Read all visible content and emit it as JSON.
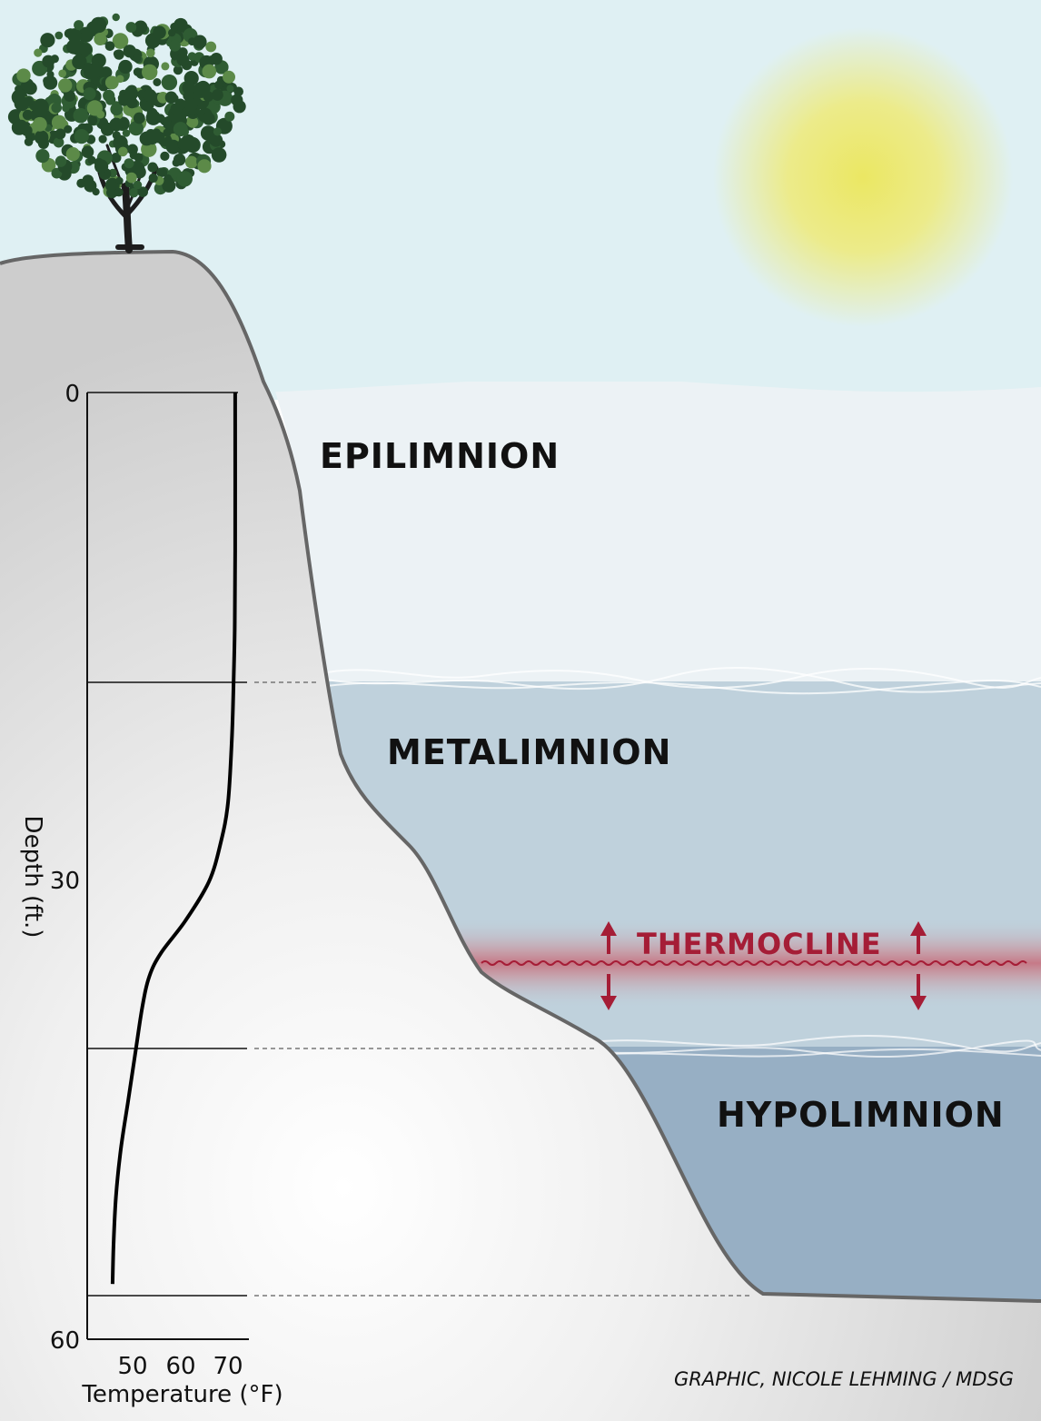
{
  "labels": {
    "epilimnion": "EPILIMNION",
    "metalimnion": "METALIMNION",
    "thermocline": "THERMOCLINE",
    "hypolimnion": "HYPOLIMNION"
  },
  "credit": "GRAPHIC, NICOLE LEHMING / MDSG",
  "colors": {
    "sky": "#dff0f3",
    "sun": "#ece86a",
    "land": "#d3d3d3",
    "land_edge": "#666666",
    "epilimnion_water": "#ecf2f5",
    "metalimnion_water": "#bfd1dc",
    "hypolimnion_water": "#97afc4",
    "thermocline": "#a51d36",
    "tree_leaves": "#274d2c"
  },
  "chart_data": {
    "type": "line",
    "title": "",
    "xlabel": "Temperature (°F)",
    "ylabel": "Depth (ft.)",
    "x_ticks": [
      "50",
      "60",
      "70"
    ],
    "y_ticks": [
      "0",
      "30",
      "60"
    ],
    "xlim": [
      40,
      75
    ],
    "ylim": [
      0,
      60
    ],
    "y_inverted": true,
    "layer_boundaries_ft": [
      18,
      40.5,
      56
    ],
    "series": [
      {
        "x": [
          71.5,
          71.5,
          71.4,
          71.2,
          70.8,
          70,
          68.5,
          66,
          61,
          56,
          53.5,
          52,
          50.5,
          49,
          47.5,
          46.5,
          46,
          45.8
        ],
        "y": [
          0,
          10,
          15,
          18,
          22,
          26,
          28.5,
          31,
          33.5,
          35.5,
          37,
          39,
          42,
          45,
          48,
          51,
          54,
          56.5
        ]
      }
    ]
  }
}
